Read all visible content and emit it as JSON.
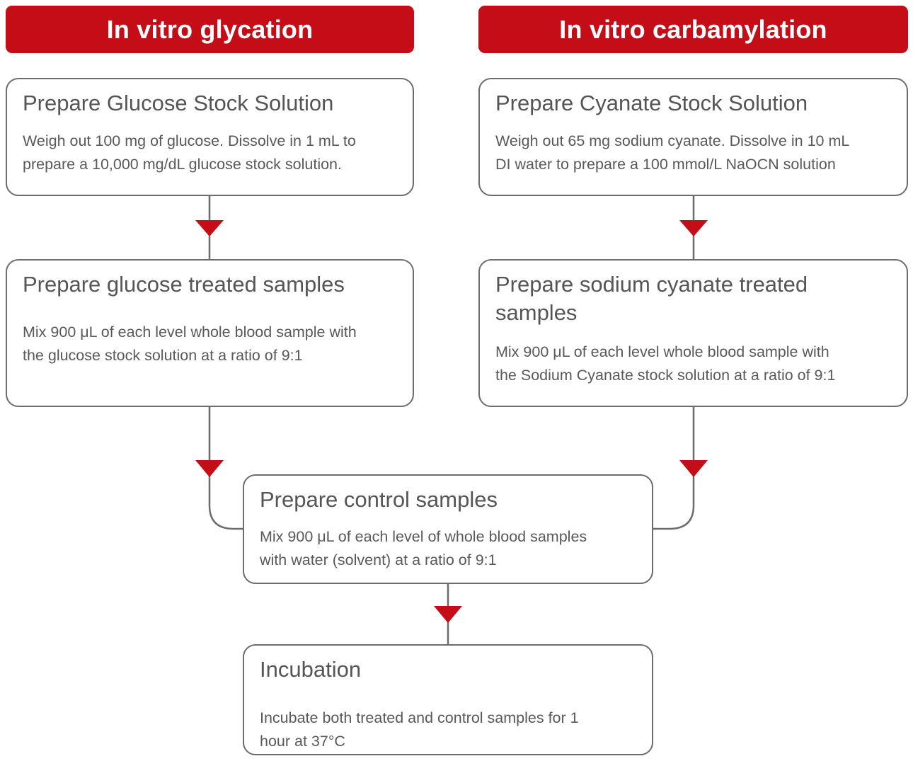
{
  "diagram": {
    "colors": {
      "accent_red": "#c50d18",
      "line_gray": "#6b6c6e",
      "text_gray": "#58595b"
    },
    "columns": [
      {
        "header": "In vitro glycation",
        "steps": [
          {
            "title": "Prepare Glucose Stock Solution",
            "body": "Weigh out 100 mg of glucose. Dissolve in 1 mL to prepare a 10,000 mg/dL glucose stock solution."
          },
          {
            "title": "Prepare glucose treated samples",
            "body": "Mix 900 μL of each level whole blood sample with the glucose stock solution at a ratio of 9:1"
          }
        ]
      },
      {
        "header": "In vitro carbamylation",
        "steps": [
          {
            "title": "Prepare Cyanate Stock Solution",
            "body": "Weigh out 65 mg sodium cyanate. Dissolve in 10 mL DI water to prepare a 100 mmol/L NaOCN solution"
          },
          {
            "title": "Prepare sodium cyanate treated samples",
            "body": "Mix 900 μL of each level whole blood sample with the Sodium Cyanate stock solution at a ratio of 9:1"
          }
        ]
      }
    ],
    "merged_steps": [
      {
        "title": "Prepare control samples",
        "body": "Mix 900 μL of each level of whole blood samples with water (solvent) at a ratio of 9:1"
      },
      {
        "title": "Incubation",
        "body": "Incubate both treated and control samples for 1 hour at 37°C"
      }
    ]
  }
}
